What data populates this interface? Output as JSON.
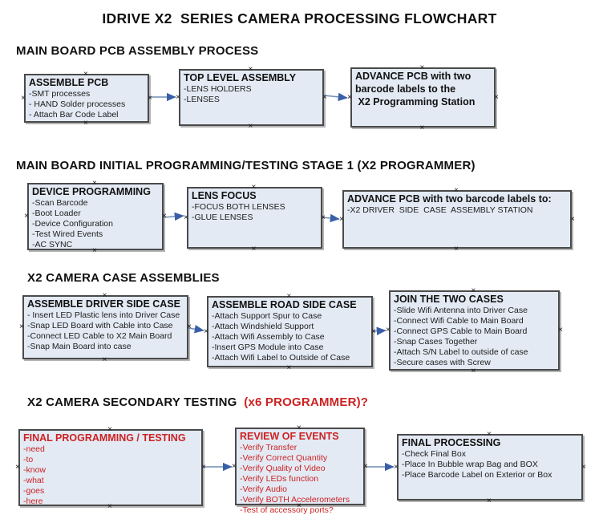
{
  "page": {
    "title": "IDRIVE X2  SERIES CAMERA PROCESSING FLOWCHART"
  },
  "icons": {
    "connection_marker": "×"
  },
  "colors": {
    "box_fill": "#e3eaf4",
    "box_border": "#4a4a4a",
    "red": "#cc2222",
    "arrow_line": "#6e8cb4",
    "arrow_head": "#3a5fa8"
  },
  "sections": [
    {
      "heading": [
        {
          "text": "MAIN BOARD PCB ASSEMBLY PROCESS",
          "color": "black"
        }
      ],
      "boxes": [
        {
          "title": "ASSEMBLE PCB",
          "items": [
            "-SMT processes",
            "- HAND Solder processes",
            "- Attach Bar Code Label"
          ],
          "variant": "default"
        },
        {
          "title": "TOP LEVEL ASSEMBLY",
          "items": [
            "-LENS HOLDERS",
            "-LENSES"
          ],
          "variant": "default"
        },
        {
          "title": "ADVANCE PCB with two barcode labels to the\n X2 Programming Station",
          "items": [],
          "variant": "default"
        }
      ]
    },
    {
      "heading": [
        {
          "text": "MAIN BOARD INITIAL PROGRAMMING/TESTING STAGE 1 (X2 PROGRAMMER)",
          "color": "black"
        }
      ],
      "boxes": [
        {
          "title": "DEVICE PROGRAMMING",
          "items": [
            "-Scan Barcode",
            "-Boot Loader",
            "-Device Configuration",
            "-Test Wired Events",
            "-AC SYNC"
          ],
          "variant": "default"
        },
        {
          "title": "LENS FOCUS",
          "items": [
            "-FOCUS BOTH LENSES",
            "-GLUE LENSES"
          ],
          "variant": "default"
        },
        {
          "title": "ADVANCE PCB with two barcode labels to:",
          "items": [
            "-X2 DRIVER  SIDE  CASE  ASSEMBLY STATION"
          ],
          "variant": "default"
        }
      ]
    },
    {
      "heading": [
        {
          "text": "X2 CAMERA CASE ASSEMBLIES",
          "color": "black"
        }
      ],
      "boxes": [
        {
          "title": "ASSEMBLE DRIVER SIDE CASE",
          "items": [
            "- Insert LED Plastic lens into Driver Case",
            "-Snap LED Board with Cable into Case",
            "-Connect LED Cable to X2 Main Board",
            "-Snap Main Board into case"
          ],
          "variant": "default"
        },
        {
          "title": "ASSEMBLE ROAD SIDE CASE",
          "items": [
            "-Attach Support Spur to Case",
            "-Attach Windshield Support",
            "-Attach Wifi Assembly to Case",
            "-Insert GPS Module into Case",
            "-Attach Wifi Label to Outside of Case"
          ],
          "variant": "default"
        },
        {
          "title": "JOIN THE TWO CASES",
          "items": [
            "-Slide Wifi Antenna into Driver Case",
            "-Connect Wifi Cable to Main Board",
            "-Connect GPS Cable to Main Board",
            "-Snap Cases Together",
            "-Attach S/N Label to outside of case",
            "-Secure cases with Screw"
          ],
          "variant": "default"
        }
      ]
    },
    {
      "heading": [
        {
          "text": "X2 CAMERA SECONDARY TESTING ",
          "color": "black"
        },
        {
          "text": " (x6 PROGRAMMER)?",
          "color": "red"
        }
      ],
      "boxes": [
        {
          "title": "FINAL PROGRAMMING / TESTING",
          "items": [
            "-need",
            "-to",
            "-know",
            "-what",
            "-goes",
            "-here"
          ],
          "variant": "red"
        },
        {
          "title": "REVIEW OF EVENTS",
          "items": [
            "-Verify Transfer",
            "-Verify Correct Quantity",
            "-Verify Quality of Video",
            "-Verify LEDs function",
            "-Verify Audio",
            "-Verify BOTH Accelerometers",
            "-Test of accessory ports?"
          ],
          "variant": "red"
        },
        {
          "title": "FINAL PROCESSING",
          "items": [
            "-Check Final Box",
            "-Place In Bubble wrap Bag and BOX",
            "-Place Barcode Label on Exterior or Box"
          ],
          "variant": "default"
        }
      ]
    }
  ]
}
